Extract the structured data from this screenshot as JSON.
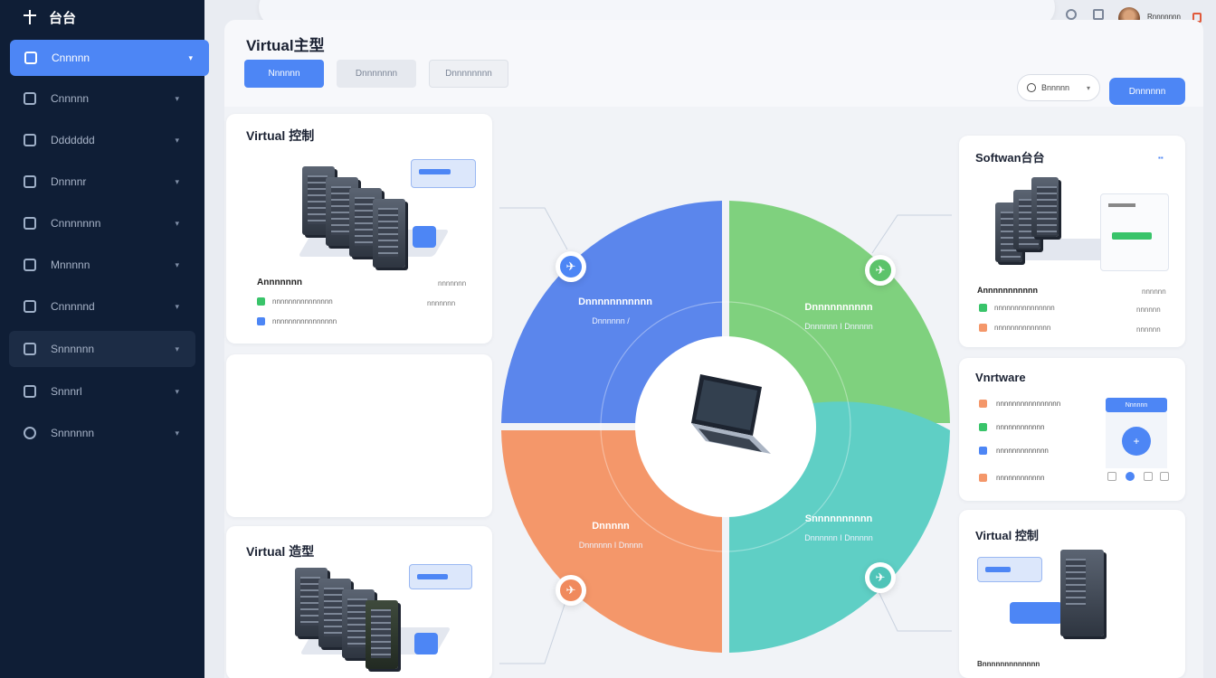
{
  "sidebar": {
    "brand": "台台",
    "items": [
      {
        "label": "Cnnnnn",
        "state": "active"
      },
      {
        "label": "Cnnnnn"
      },
      {
        "label": "Ddddddd"
      },
      {
        "label": "Dnnnnr"
      },
      {
        "label": "Cnnnnnnn"
      },
      {
        "label": "Mnnnnn"
      },
      {
        "label": "Cnnnnnd"
      },
      {
        "label": "Snnnnnn",
        "state": "highlighted"
      },
      {
        "label": "Snnnrl"
      },
      {
        "label": "Snnnnnn"
      }
    ]
  },
  "topbar": {
    "username": "Rnnnnnnn"
  },
  "header": {
    "title": "Virtual主型",
    "tabs": [
      "Nnnnnn",
      "Dnnnnnnn",
      "Dnnnnnnnn"
    ],
    "filter_label": "Bnnnnn",
    "primary_button": "Dnnnnnn"
  },
  "left_cards": [
    {
      "title": "Virtual 控制",
      "legend_title": "Annnnnnn",
      "rows": [
        {
          "label": "nnnnnnnnnnnnnnn",
          "value": "nnnnnnn",
          "color": "#39c46a"
        },
        {
          "label": "nnnnnnnnnnnnnnnn",
          "value": "",
          "color": "#4d86f5"
        }
      ],
      "header_value": "nnnnnnn"
    },
    {
      "title": "Virtual 造型"
    }
  ],
  "diagram": {
    "quadrants": [
      {
        "title": "Dnnnnnnnnnnn",
        "sub": "Dnnnnnn  /",
        "color": "#5b86ec"
      },
      {
        "title": "Dnnnnnnnnnn",
        "sub": "Dnnnnnn  I  Dnnnnn",
        "color": "#7fd17e"
      },
      {
        "title": "Dnnnnn",
        "sub": "Dnnnnnn  I  Dnnnn",
        "color": "#f4976a"
      },
      {
        "title": "Snnnnnnnnnn",
        "sub": "Dnnnnnn  I  Dnnnnn",
        "color": "#5fcfc5"
      }
    ]
  },
  "right_cards": [
    {
      "title": "Softwan台台",
      "legend_title": "Annnnnnnnnnn",
      "header_value": "nnnnnn",
      "rows": [
        {
          "label": "nnnnnnnnnnnnnnn",
          "value": "nnnnnn",
          "color": "#39c46a"
        },
        {
          "label": "nnnnnnnnnnnnnn",
          "value": "nnnnnn",
          "color": "#f4976a"
        }
      ]
    },
    {
      "title": "Vnrtware",
      "button": "Nnnnnn",
      "rows": [
        {
          "label": "nnnnnnnnnnnnnnnn",
          "color": "#f4976a"
        },
        {
          "label": "nnnnnnnnnnnn",
          "color": "#39c46a"
        },
        {
          "label": "nnnnnnnnnnnnn",
          "color": "#4d86f5"
        },
        {
          "label": "nnnnnnnnnnnn",
          "color": "#f4976a"
        }
      ]
    },
    {
      "title": "Virtual 控制",
      "footer": "Bnnnnnnnnnnnnn"
    }
  ]
}
